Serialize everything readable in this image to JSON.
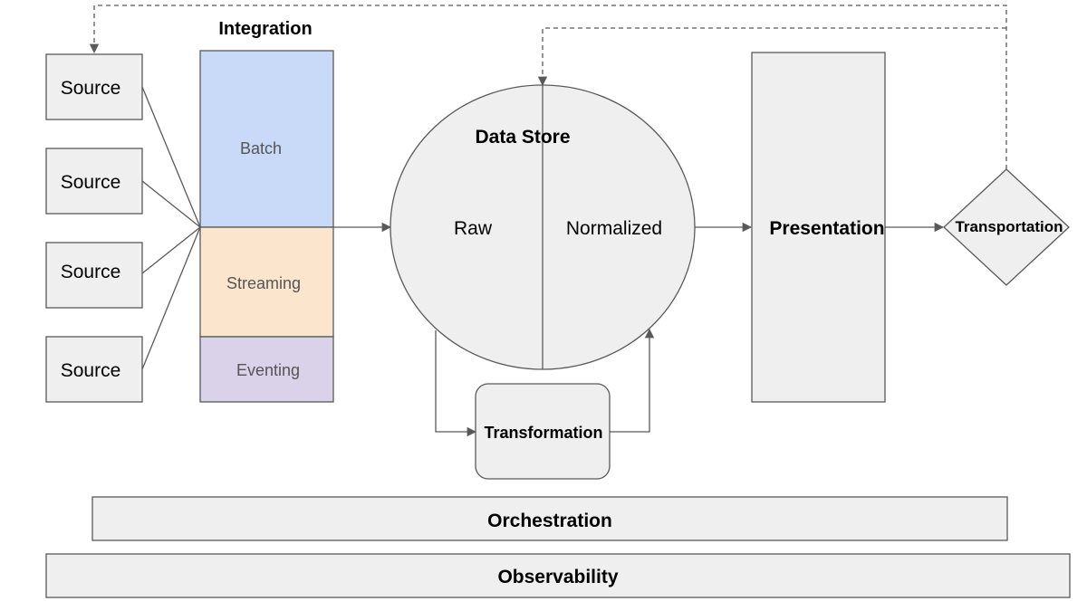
{
  "sources": [
    "Source",
    "Source",
    "Source",
    "Source"
  ],
  "integration": {
    "title": "Integration",
    "layers": [
      "Batch",
      "Streaming",
      "Eventing"
    ]
  },
  "data_store": {
    "title": "Data Store",
    "left": "Raw",
    "right": "Normalized"
  },
  "transformation": "Transformation",
  "presentation": "Presentation",
  "transportation": "Transportation",
  "orchestration": "Orchestration",
  "observability": "Observability",
  "colors": {
    "batch": "#c9daf8",
    "streaming": "#fce5cd",
    "eventing": "#d9d2e9",
    "box_fill": "#efefef",
    "stroke": "#595959"
  }
}
